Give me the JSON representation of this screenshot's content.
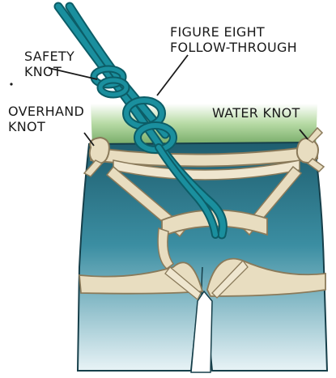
{
  "labels": {
    "safety_knot": [
      "SAFETY",
      "KNOT"
    ],
    "figure_eight": [
      "FIGURE EIGHT",
      "FOLLOW-THROUGH"
    ],
    "overhand_knot": [
      "OVERHAND",
      "KNOT"
    ],
    "water_knot": "WATER KNOT"
  },
  "colors": {
    "rope": "#1a8f9e",
    "rope_dark": "#0c5d67",
    "webbing": "#e8ddc0",
    "webbing_edge": "#8a7a5a",
    "pants": "#2f8497",
    "pants_dark": "#1f5e6f",
    "shirt": "#9cc98a",
    "leader_line": "#1a1a1a"
  },
  "icons": [
    "climbing-rope",
    "harness-webbing",
    "climber-body"
  ]
}
